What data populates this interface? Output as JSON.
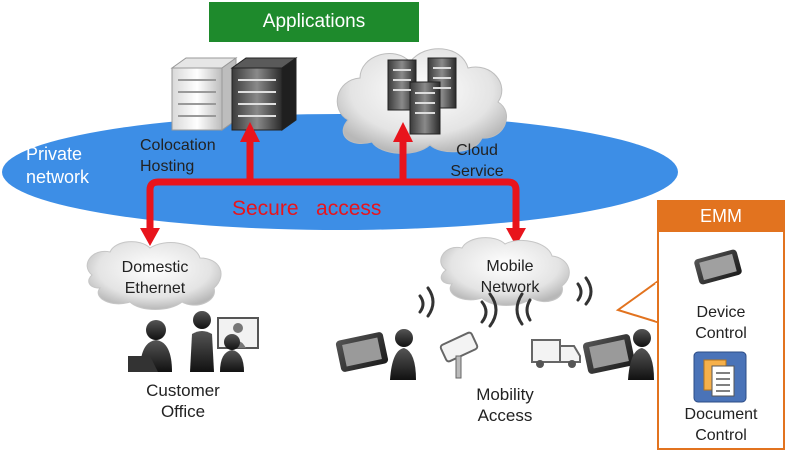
{
  "applications_label": "Applications",
  "private_network_label": "Private\nnetwork",
  "colocation_label": "Colocation\nHosting",
  "cloud_label": "Cloud\nService",
  "secure_access_label": "Secure   access",
  "domestic_label": "Domestic\nEthernet",
  "mobile_label": "Mobile\nNetwork",
  "customer_office_label": "Customer\nOffice",
  "mobility_access_label": "Mobility\nAccess",
  "emm": {
    "title": "EMM",
    "device_control_label": "Device\nControl",
    "document_control_label": "Document\nControl"
  },
  "colors": {
    "applications_green": "#1e8a2c",
    "private_network_blue": "#3d8ee6",
    "secure_access_red": "#e8141c",
    "emm_orange": "#e2731f"
  }
}
